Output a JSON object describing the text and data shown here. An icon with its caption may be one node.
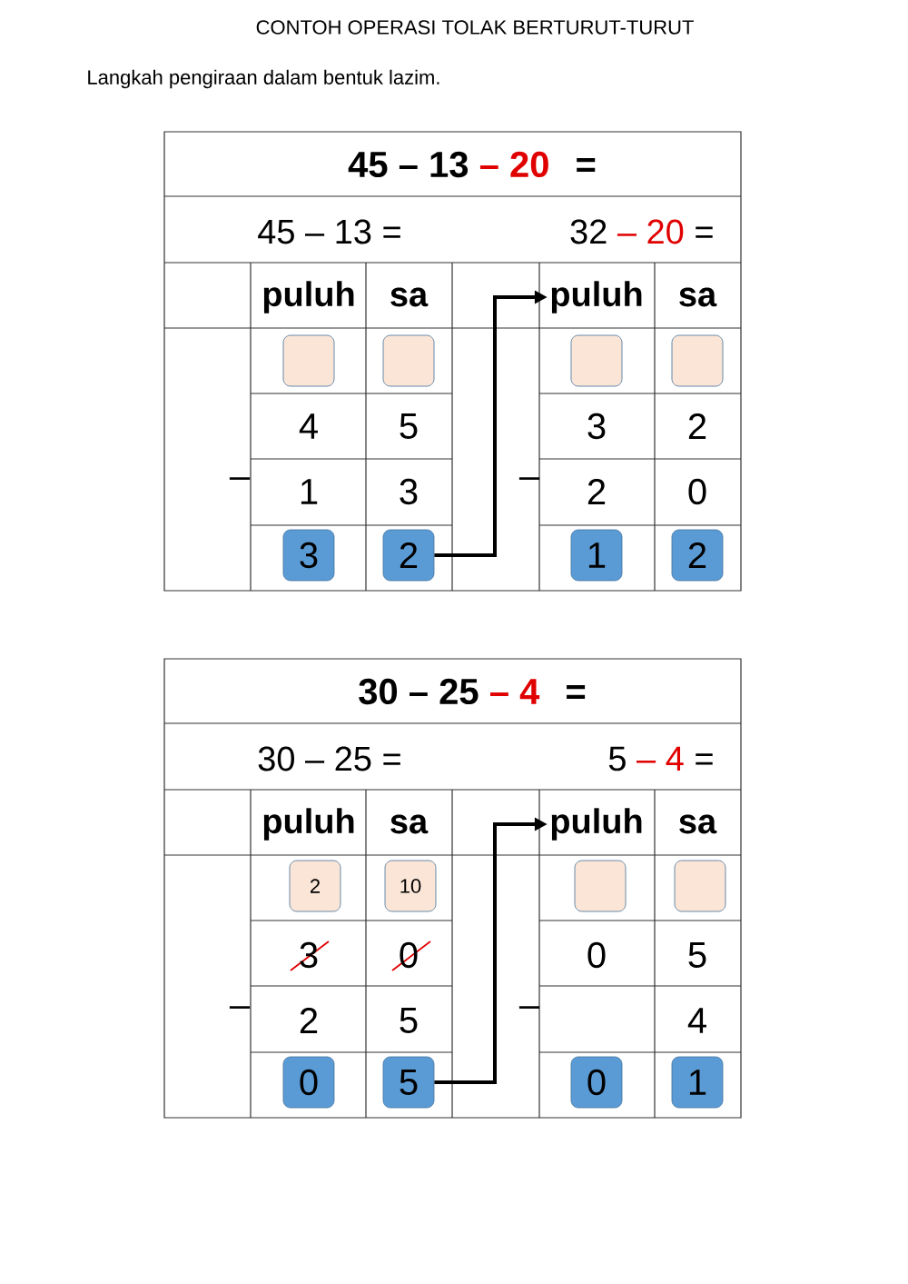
{
  "diagram": {
    "title": "CONTOH OPERASI TOLAK BERTURUT-TURUT",
    "nodes": [
      {
        "text": [
          "puluh"
        ]
      },
      {
        "text": [],
        "shape": "box"
      },
      {
        "text": [],
        "shape": "box"
      },
      {
        "text": [],
        "shape": "box"
      },
      {
        "text": [],
        "shape": "box"
      },
      {
        "text": [
          "3"
        ]
      },
      {
        "text": [
          "2"
        ]
      },
      {
        "text": [
          "1"
        ]
      },
      {
        "text": [
          "2"
        ]
      },
      {
        "text": [
          "puluh"
        ]
      },
      {
        "text": [
          "2"
        ]
      },
      {
        "text": [
          "10"
        ]
      },
      {
        "text": [],
        "shape": "box"
      },
      {
        "text": [],
        "shape": "box"
      },
      {
        "text": [
          "0"
        ]
      },
      {
        "text": [
          "5"
        ]
      },
      {
        "text": [
          "0"
        ]
      },
      {
        "text": [
          "1"
        ]
      }
    ],
    "edges": [
      {
        "from": 6,
        "to": 0,
        "arrow": "to"
      },
      {
        "from": 15,
        "to": 9,
        "arrow": "to"
      }
    ],
    "labels": [
      "Langkah pengiraan dalam bentuk lazim.",
      "45 – 13",
      "– 20",
      "=",
      "45 – 13 =",
      "32",
      "– 20",
      "=",
      "puluh",
      "sa",
      "sa",
      "4",
      "5",
      "3",
      "2",
      "–",
      "1",
      "3",
      "–",
      "2",
      "0",
      "30 – 25",
      "– 4",
      "=",
      "30 – 25 =",
      "5",
      "– 4",
      "=",
      "puluh",
      "sa",
      "sa",
      "3",
      "0",
      "0",
      "5",
      "–",
      "2",
      "5",
      "–",
      "4"
    ]
  }
}
